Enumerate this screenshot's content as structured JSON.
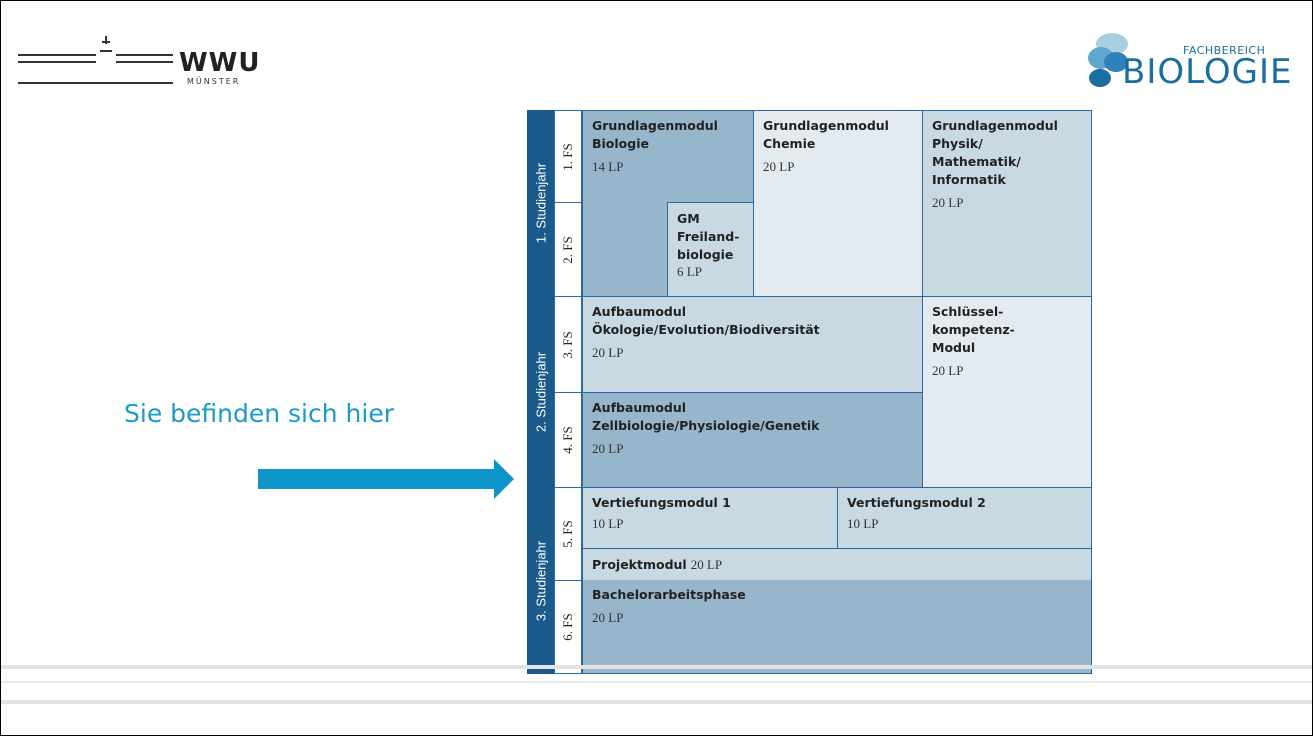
{
  "header": {
    "university_logo": {
      "name": "WWU",
      "subtitle": "MÜNSTER"
    },
    "department_logo": {
      "small": "FACHBEREICH",
      "big": "BIOLOGIE"
    }
  },
  "hint": {
    "text": "Sie befinden sich hier"
  },
  "diagram": {
    "years": [
      "1. Studienjahr",
      "2. Studienjahr",
      "3. Studienjahr"
    ],
    "semesters": [
      "1. FS",
      "2. FS",
      "3. FS",
      "4. FS",
      "5. FS",
      "6. FS"
    ],
    "modules": {
      "gm_bio": {
        "title": "Grundlagenmodul\nBiologie",
        "lp": "14 LP"
      },
      "gm_frei": {
        "title": "GM\nFreiland-\nbiologie",
        "lp": "6 LP"
      },
      "gm_chem": {
        "title": "Grundlagenmodul\nChemie",
        "lp": "20 LP"
      },
      "gm_phys": {
        "title": "Grundlagenmodul\nPhysik/\nMathematik/\nInformatik",
        "lp": "20 LP"
      },
      "am_oeko": {
        "title": "Aufbaumodul\nÖkologie/Evolution/Biodiversität",
        "lp": "20 LP"
      },
      "am_zell": {
        "title": "Aufbaumodul\nZellbiologie/Physiologie/Genetik",
        "lp": "20 LP"
      },
      "schluessel": {
        "title": "Schlüssel-\nkompetenz-\nModul",
        "lp": "20 LP"
      },
      "vm1": {
        "title": "Vertiefungsmodul 1",
        "lp": "10 LP"
      },
      "vm2": {
        "title": "Vertiefungsmodul 2",
        "lp": "10 LP"
      },
      "projekt": {
        "title": "Projektmodul",
        "lp": "20 LP"
      },
      "bachelor": {
        "title": "Bachelorarbeitsphase",
        "lp": "20 LP"
      }
    }
  },
  "colors": {
    "accent": "#0e95c9",
    "year_bar": "#1b5b8c",
    "border": "#2a6aa0"
  }
}
